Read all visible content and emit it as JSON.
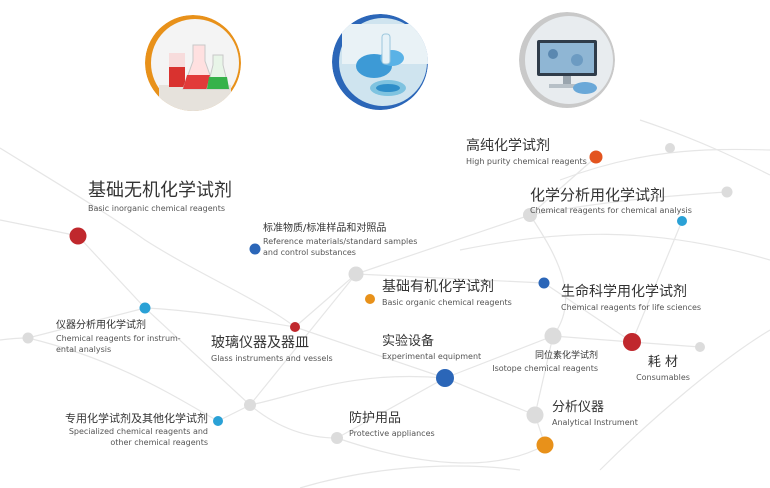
{
  "categories": {
    "high_purity": {
      "zh": "高纯化学试剂",
      "en": "High purity chemical reagents"
    },
    "inorganic": {
      "zh": "基础无机化学试剂",
      "en": "Basic inorganic chemical reagents"
    },
    "analytical_reagents": {
      "zh": "化学分析用化学试剂",
      "en": "Chemical reagents for chemical analysis"
    },
    "reference": {
      "zh": "标准物质/标准样品和对照品",
      "en1": "Reference materials/standard samples",
      "en2": "and control substances"
    },
    "organic": {
      "zh": "基础有机化学试剂",
      "en": "Basic organic chemical reagents"
    },
    "life_sciences": {
      "zh": "生命科学用化学试剂",
      "en": "Chemical reagents for life sciences"
    },
    "instrument_analysis": {
      "zh": "仪器分析用化学试剂",
      "en1": "Chemical reagents for instrum-",
      "en2": "ental analysis"
    },
    "glass": {
      "zh": "玻璃仪器及器皿",
      "en": "Glass instruments and vessels"
    },
    "lab_equipment": {
      "zh": "实验设备",
      "en": "Experimental equipment"
    },
    "isotope": {
      "zh": "同位素化学试剂",
      "en": "Isotope chemical reagents"
    },
    "consumables": {
      "zh": "耗 材",
      "en": "Consumables"
    },
    "specialized": {
      "zh": "专用化学试剂及其他化学试剂",
      "en1": "Specialized chemical reagents and",
      "en2": "other chemical reagents"
    },
    "protective": {
      "zh": "防护用品",
      "en": "Protective appliances"
    },
    "analytical_instrument": {
      "zh": "分析仪器",
      "en": "Analytical Instrument"
    }
  },
  "colors": {
    "red": "#c0282d",
    "blue": "#2b66b8",
    "orange": "#e8911a",
    "orange_red": "#e3541f",
    "cyan": "#2aa1d6",
    "gray": "#d8d8d8",
    "line": "#e6e6e6"
  },
  "photos": [
    {
      "name": "flasks-photo",
      "ring": "#e8911a"
    },
    {
      "name": "lab-gloves-photo",
      "ring": "#2b66b8"
    },
    {
      "name": "lab-monitor-photo",
      "ring": "#c9c9c9"
    }
  ]
}
